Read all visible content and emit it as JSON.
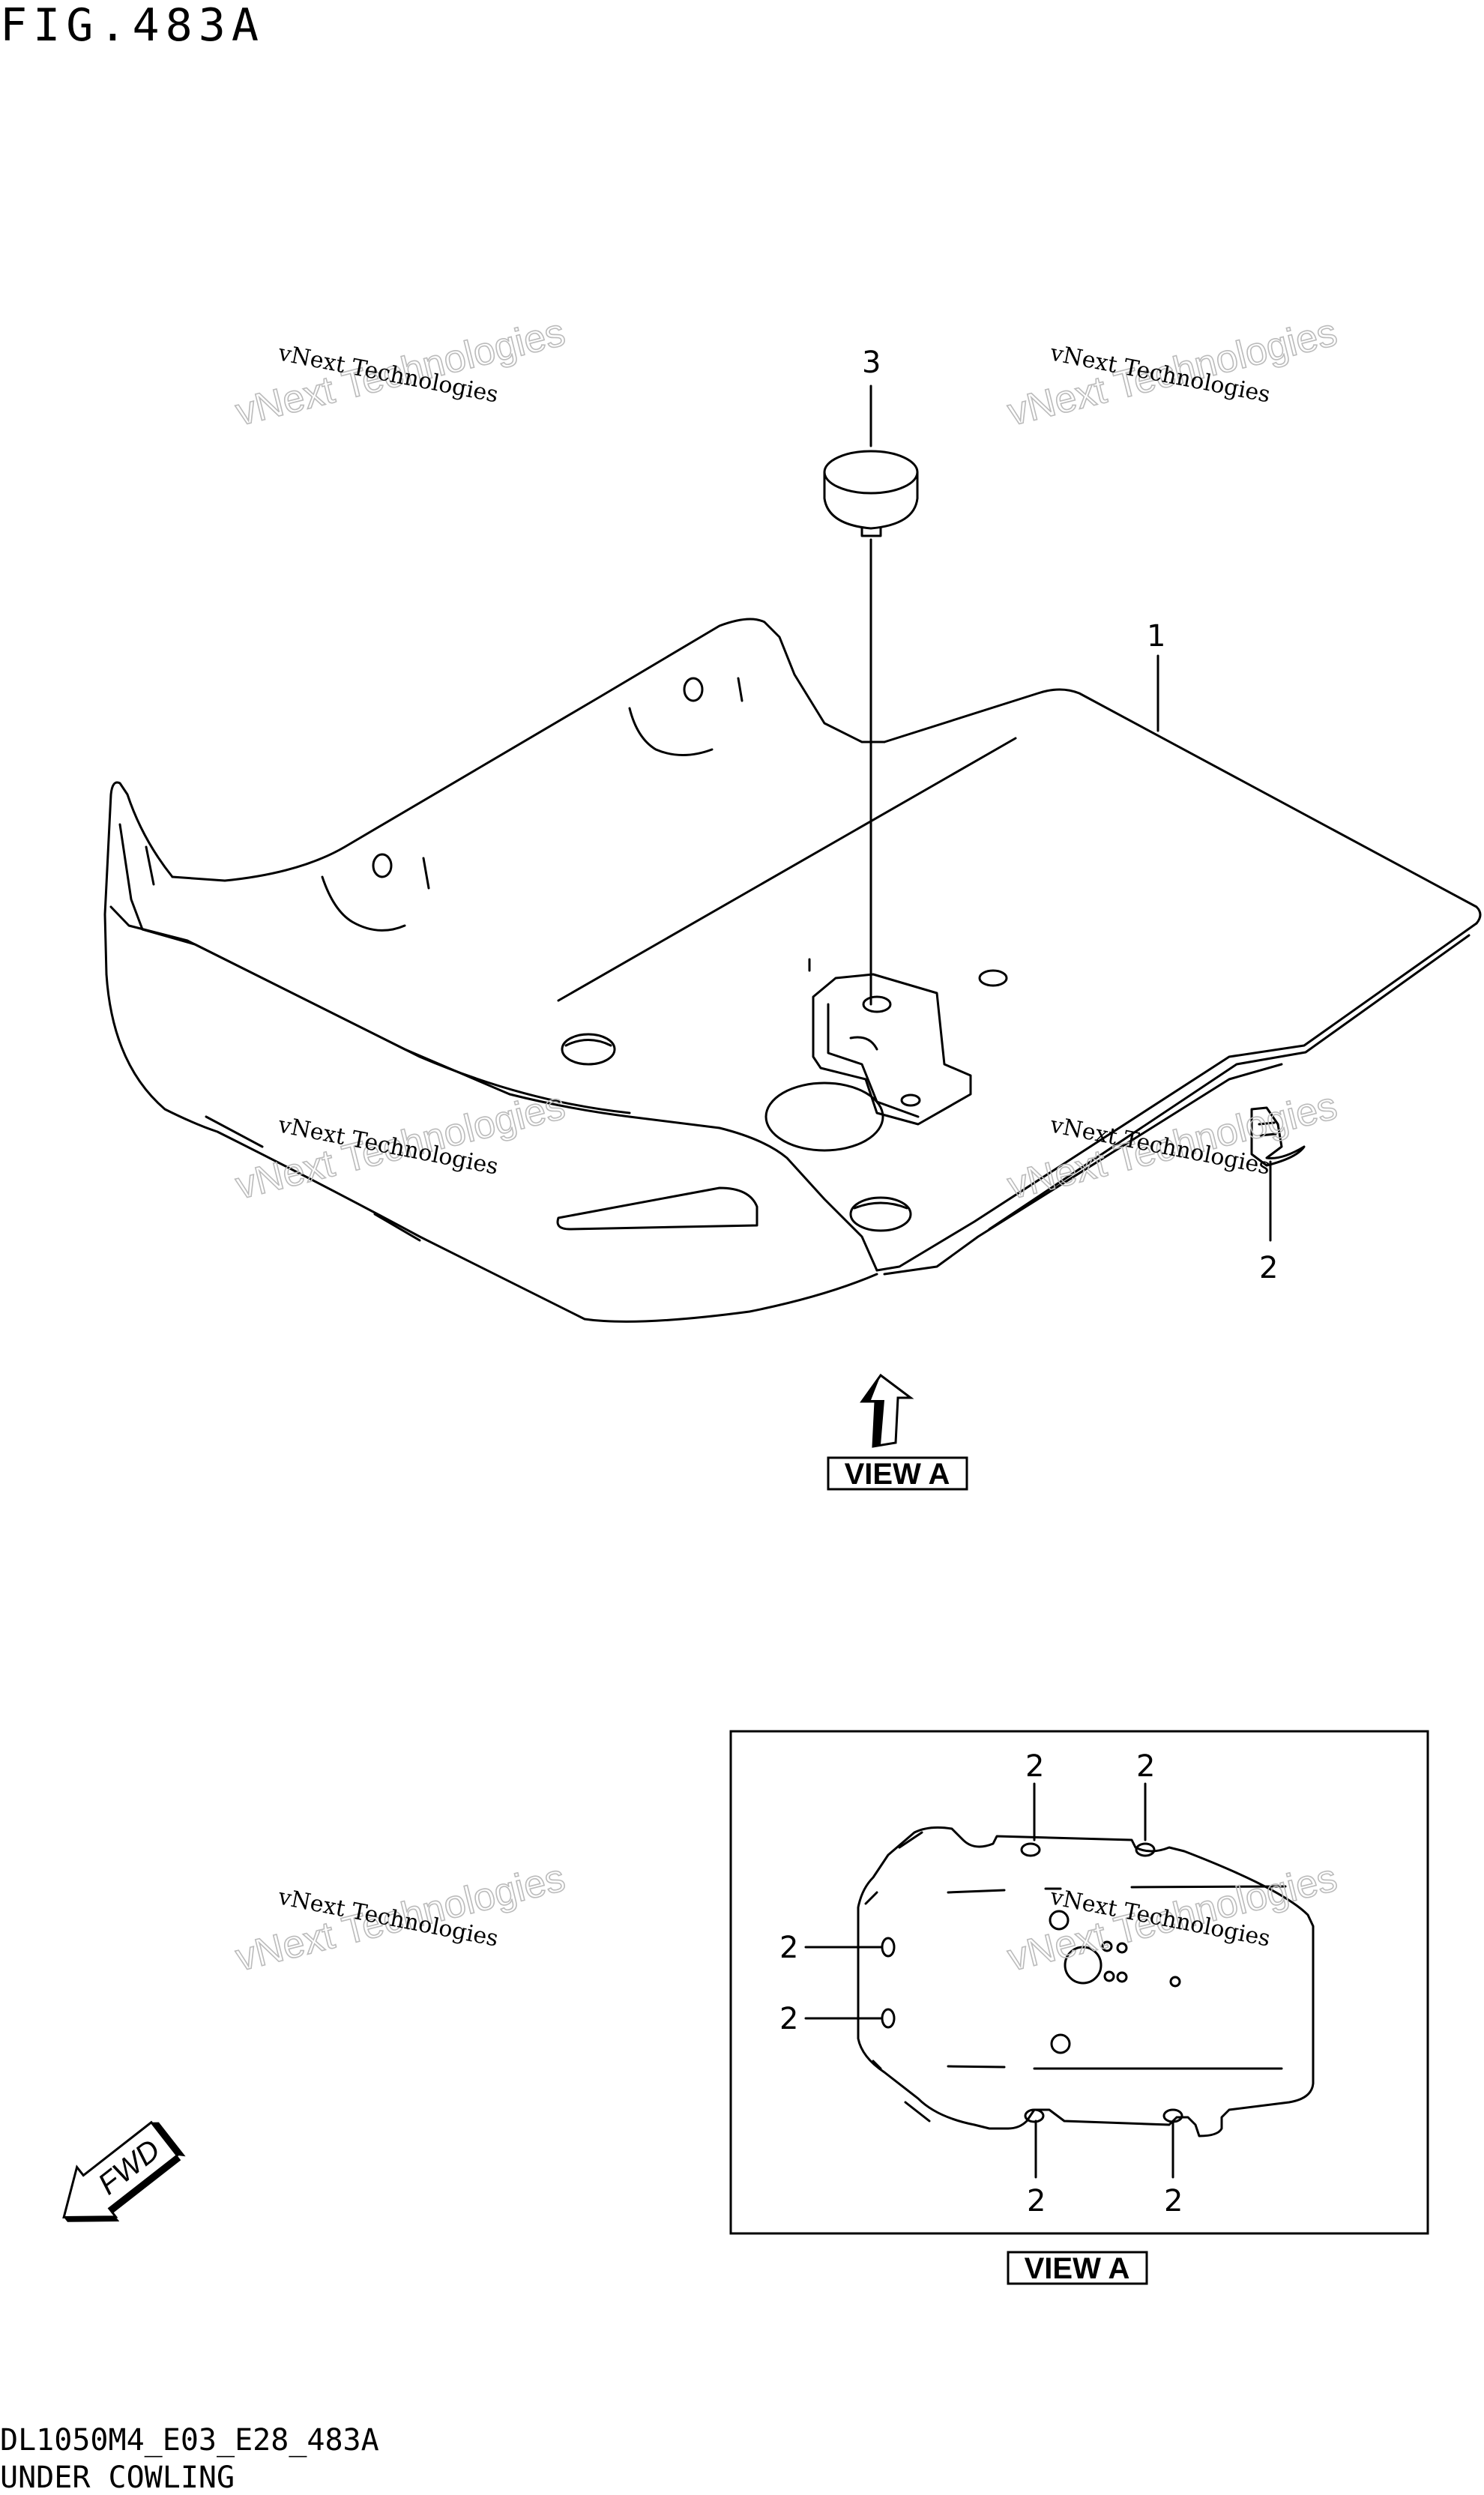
{
  "figure": {
    "title": "FIG.483A",
    "code": "DL1050M4_E03_E28_483A",
    "name": "UNDER COWLING"
  },
  "labels": {
    "part_1": "1",
    "part_2": "2",
    "part_3": "3",
    "view_a": "VIEW A",
    "fwd": "FWD"
  },
  "watermark": {
    "line1": "vNext Technologies",
    "line2": "vNext Technologies"
  },
  "view_a_inset": {
    "callouts": [
      "2",
      "2",
      "2",
      "2",
      "2",
      "2"
    ]
  }
}
